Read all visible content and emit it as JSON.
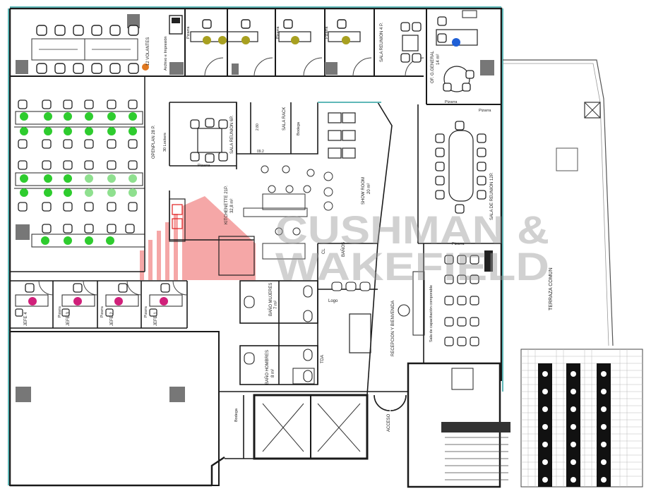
{
  "plan": {
    "labels": {
      "volantes": "12 VOLANTES",
      "archivo": "Archivo e Impresión",
      "pizarra": "Pizarra",
      "sala_reunion_4p": "SALA REUNION 4 P.",
      "of_gerencia": "OF. G.GENERAL",
      "of_gerencia_area": "14 m²",
      "openplan": "OPENPLAN 28 P.",
      "lockers": "30 Lockers",
      "sala_reunion_6p": "SALA REUNION 6P.",
      "sala_rack": "SALA RACK",
      "bodega": "Bodega",
      "dim_280": "2.80",
      "dim_092": "09.2",
      "kitchenette": "KITCHENETTE 21P.",
      "kitchenette_area": "32,8 m²",
      "show_room": "SHOW ROOM",
      "show_room_area": "20 m²",
      "sala_reunion_12p": "SALA DE REUNION 12P.",
      "banos": "BAÑOS",
      "cl": "CL",
      "bano_mujeres": "BAÑO MUJERES",
      "bano_mujeres_area": "7 m²",
      "bano_hombres": "BAÑO HOMBRES",
      "bano_hombres_area": "8 m²",
      "logo": "Logo",
      "recepcion": "RECEPCION Y BIENVENIDA",
      "sala_capacitacion": "Sala de capacitación comporable",
      "tda": "TDA",
      "acceso": "ACCESO",
      "terraza": "TERRAZA COMUN",
      "jefe_4": "JEFE 4",
      "jefe_3": "JEFE 3",
      "jefe_2": "JEFE 2",
      "jefe_1": "JEFE 1"
    },
    "watermark": {
      "line1": "CUSHMAN &",
      "line2": "WAKEFIELD"
    },
    "colors": {
      "wall": "#1a1a1a",
      "glass": "#5fb8b8",
      "desk_green": "#2ecc2e",
      "desk_green_light": "#8fe08f",
      "olive": "#a8a020",
      "magenta": "#d0207a",
      "blue": "#1f5fd6",
      "orange": "#e07820",
      "brand_red": "#e02020"
    }
  }
}
